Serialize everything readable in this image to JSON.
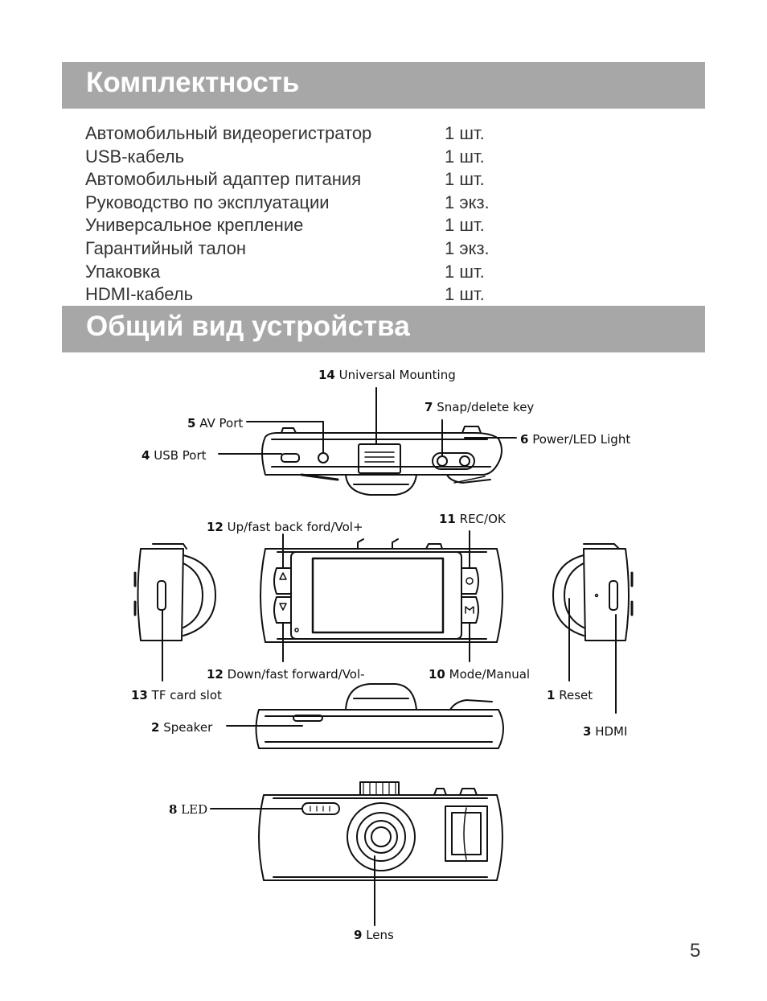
{
  "sections": {
    "contents_title": "Комплектность",
    "device_title": "Общий вид устройства"
  },
  "items": [
    {
      "name": "Автомобильный видеорегистратор",
      "qty": "1 шт."
    },
    {
      "name": "USB-кабель",
      "qty": "1 шт."
    },
    {
      "name": "Автомобильный адаптер питания",
      "qty": "1 шт."
    },
    {
      "name": "Руководство по эксплуатации",
      "qty": "1 экз."
    },
    {
      "name": "Универсальное крепление",
      "qty": "1 шт."
    },
    {
      "name": "Гарантийный талон",
      "qty": "1 экз."
    },
    {
      "name": "Упаковка",
      "qty": "1 шт."
    },
    {
      "name": "HDMI-кабель",
      "qty": "1 шт."
    }
  ],
  "callouts": {
    "universal_mounting": {
      "num": "14",
      "text": "Universal Mounting"
    },
    "snap_delete": {
      "num": "7",
      "text": "Snap/delete key"
    },
    "av_port": {
      "num": "5",
      "text": "AV Port"
    },
    "power_led": {
      "num": "6",
      "text": "Power/LED Light"
    },
    "usb_port": {
      "num": "4",
      "text": "USB Port"
    },
    "rec_ok": {
      "num": "11",
      "text": "REC/OK"
    },
    "up_back": {
      "num": "12",
      "text": "Up/fast back ford/Vol+"
    },
    "down_forward": {
      "num": "12",
      "text": "Down/fast forward/Vol-"
    },
    "mode_manual": {
      "num": "10",
      "text": "Mode/Manual"
    },
    "tf_card": {
      "num": "13",
      "text": "TF card slot"
    },
    "reset": {
      "num": "1",
      "text": "Reset"
    },
    "speaker": {
      "num": "2",
      "text": "Speaker"
    },
    "hdmi": {
      "num": "3",
      "text": "HDMI"
    },
    "led": {
      "num": "8",
      "text": "LED"
    },
    "lens": {
      "num": "9",
      "text": "Lens"
    }
  },
  "page_number": "5"
}
